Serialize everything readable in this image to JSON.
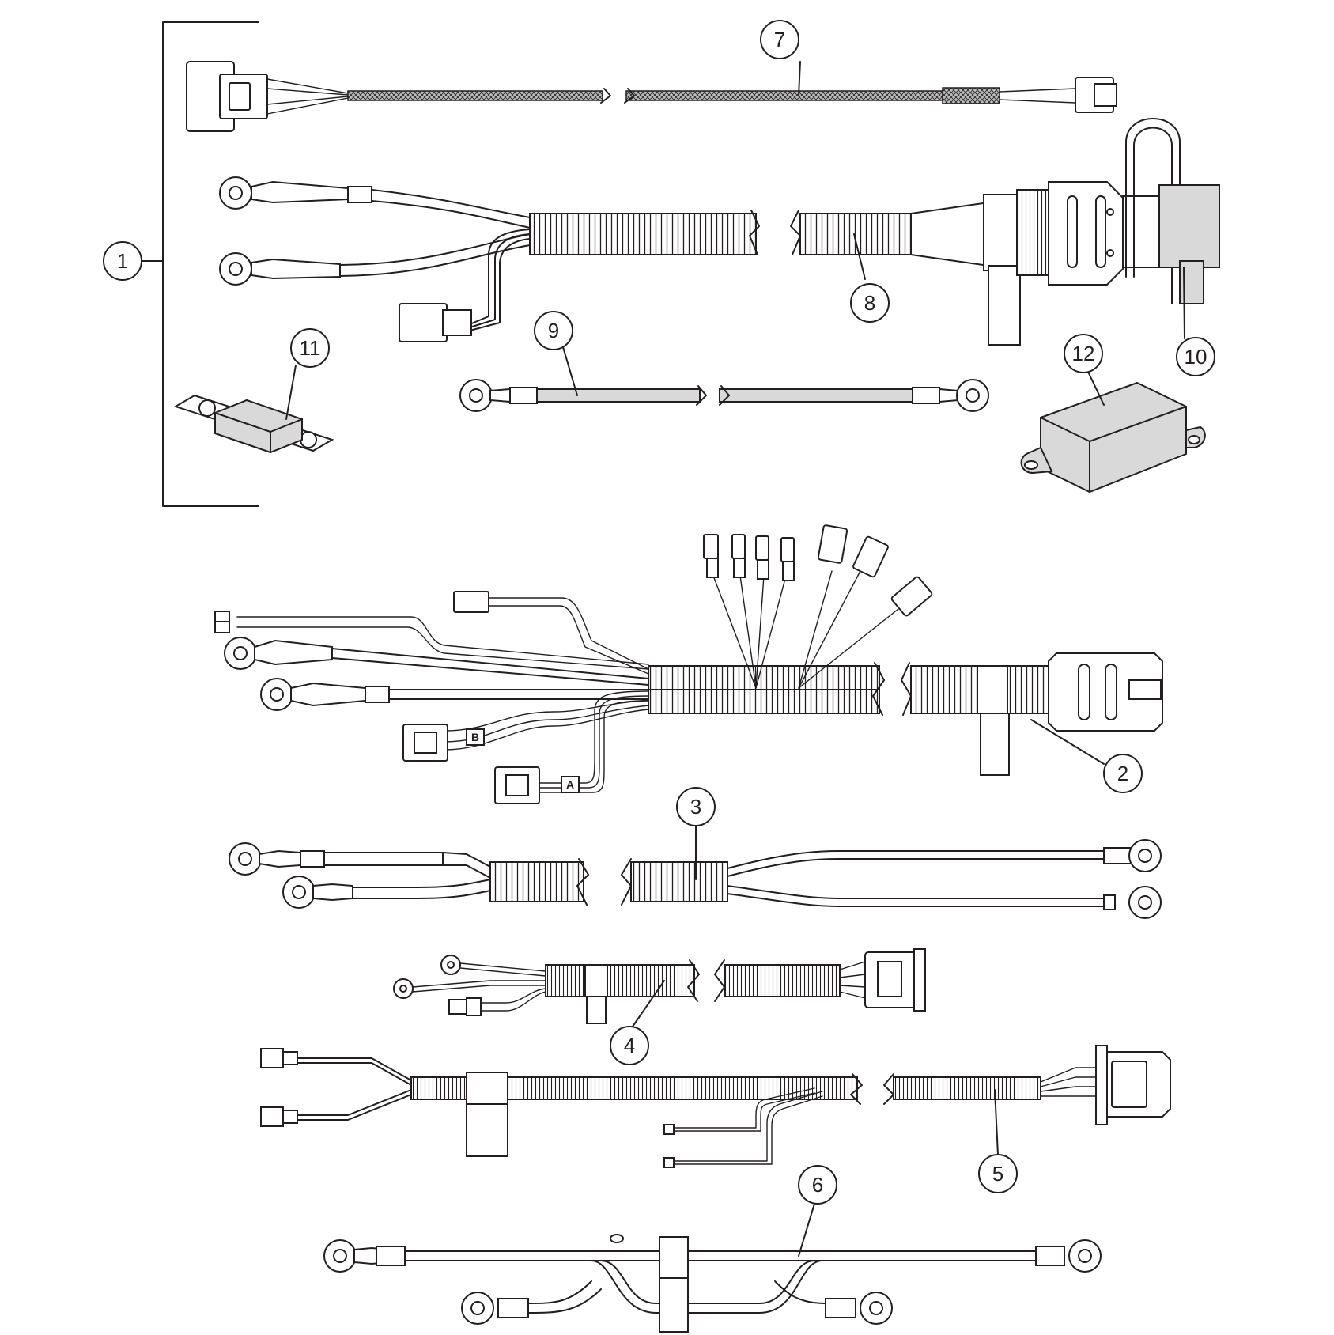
{
  "colors": {
    "line": "#231f20",
    "sheath": "#d9d9d9",
    "dark_fill": "#8c8c8c",
    "background": "#ffffff"
  },
  "callouts": [
    {
      "id": "1",
      "label": "1"
    },
    {
      "id": "2",
      "label": "2"
    },
    {
      "id": "3",
      "label": "3"
    },
    {
      "id": "4",
      "label": "4"
    },
    {
      "id": "5",
      "label": "5"
    },
    {
      "id": "6",
      "label": "6"
    },
    {
      "id": "7",
      "label": "7"
    },
    {
      "id": "8",
      "label": "8"
    },
    {
      "id": "9",
      "label": "9"
    },
    {
      "id": "10",
      "label": "10"
    },
    {
      "id": "11",
      "label": "11"
    },
    {
      "id": "12",
      "label": "12"
    }
  ],
  "connector_letters": {
    "a": "A",
    "b": "B"
  },
  "parts": [
    {
      "item": "1",
      "icon": "kit-bracket-icon"
    },
    {
      "item": "2",
      "icon": "main-harness-icon"
    },
    {
      "item": "3",
      "icon": "dual-cable-harness-icon"
    },
    {
      "item": "4",
      "icon": "small-harness-icon"
    },
    {
      "item": "5",
      "icon": "plug-harness-icon"
    },
    {
      "item": "6",
      "icon": "battery-cable-icon"
    },
    {
      "item": "7",
      "icon": "braided-cable-icon"
    },
    {
      "item": "8",
      "icon": "loom-harness-icon"
    },
    {
      "item": "9",
      "icon": "jumper-cable-icon"
    },
    {
      "item": "10",
      "icon": "dust-cap-icon"
    },
    {
      "item": "11",
      "icon": "fuse-icon"
    },
    {
      "item": "12",
      "icon": "relay-box-icon"
    }
  ]
}
